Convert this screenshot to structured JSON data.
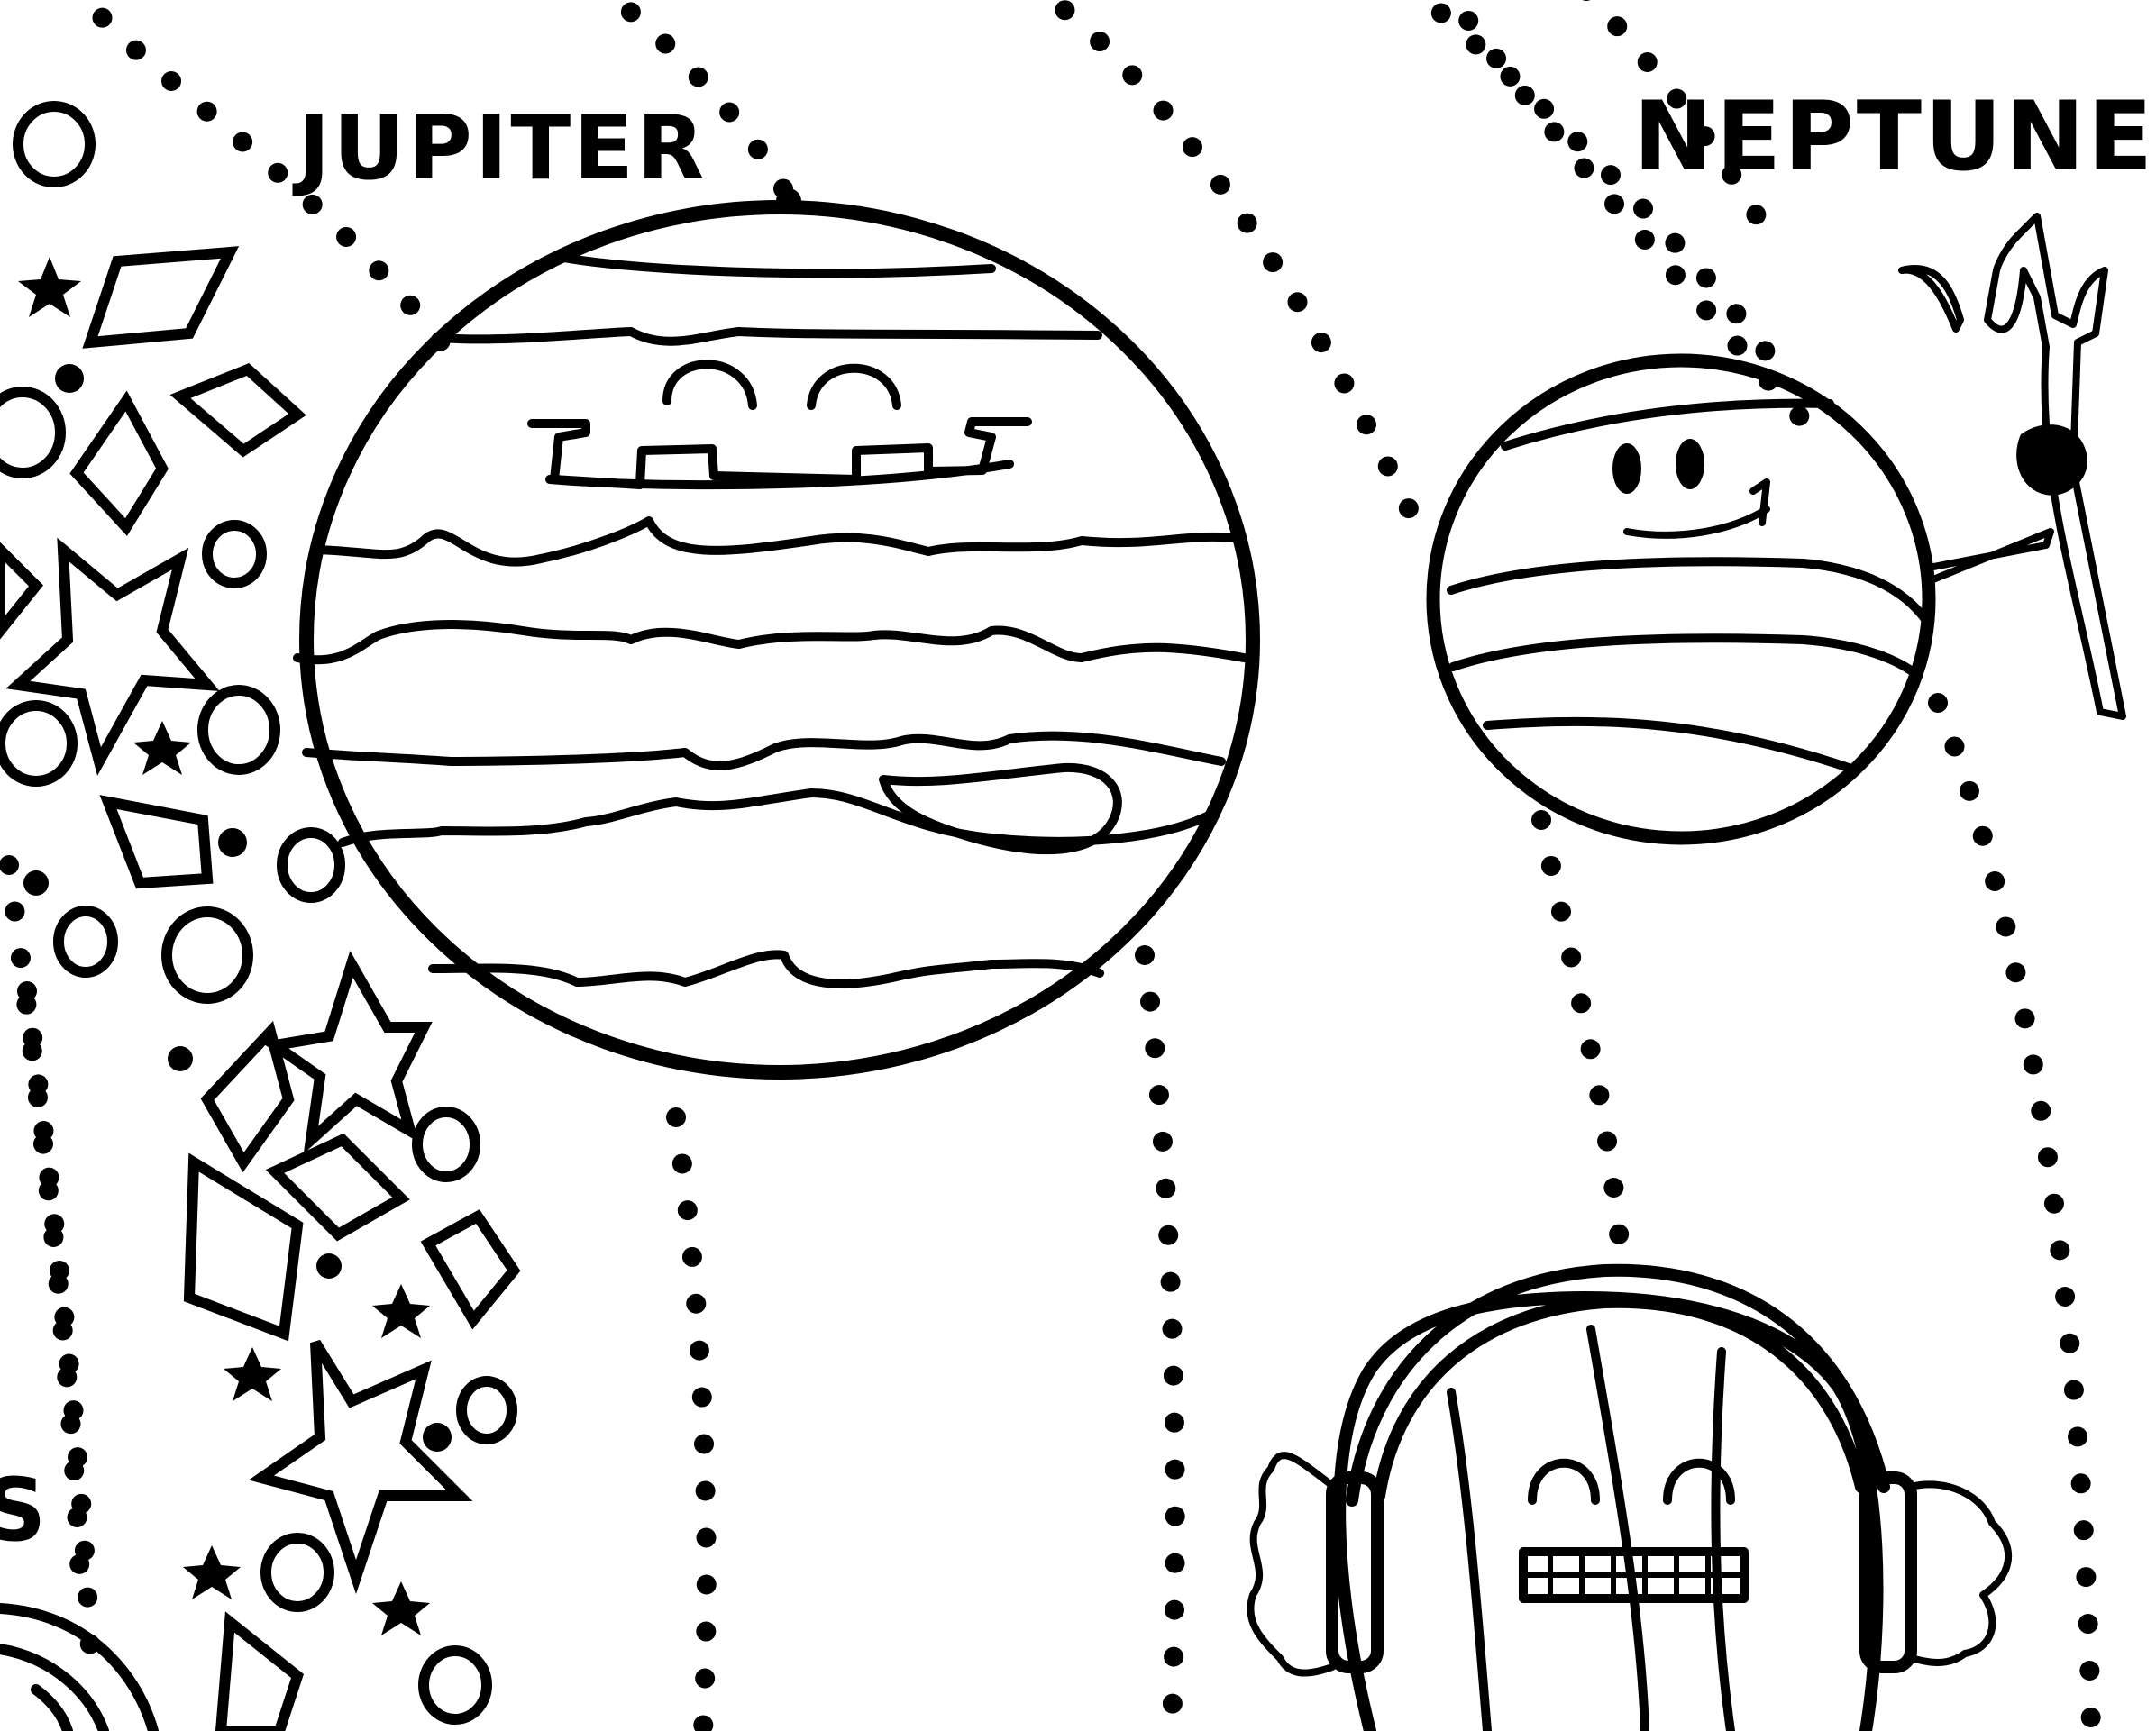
{
  "page": {
    "kind": "solar-system coloring page (cropped)",
    "ink_color": "#000000",
    "paper_color": "#ffffff"
  },
  "labels": {
    "jupiter": "JUPITER",
    "neptune": "NEPTUNE",
    "partial_planet_letter": "S"
  },
  "planets": [
    {
      "name_label": "jupiter",
      "face": "smiling",
      "features": [
        "wavy bands",
        "great red spot"
      ]
    },
    {
      "name_label": "neptune",
      "face": "smiling",
      "features": [
        "bands",
        "trident"
      ]
    },
    {
      "face": "grinning",
      "features": [
        "headphones",
        "hair tufts",
        "vertical stripes"
      ]
    }
  ],
  "asteroid_belt": {
    "shapes": [
      "circle",
      "star",
      "diamond"
    ]
  },
  "icons": [
    "trident-icon",
    "headphones-icon"
  ]
}
